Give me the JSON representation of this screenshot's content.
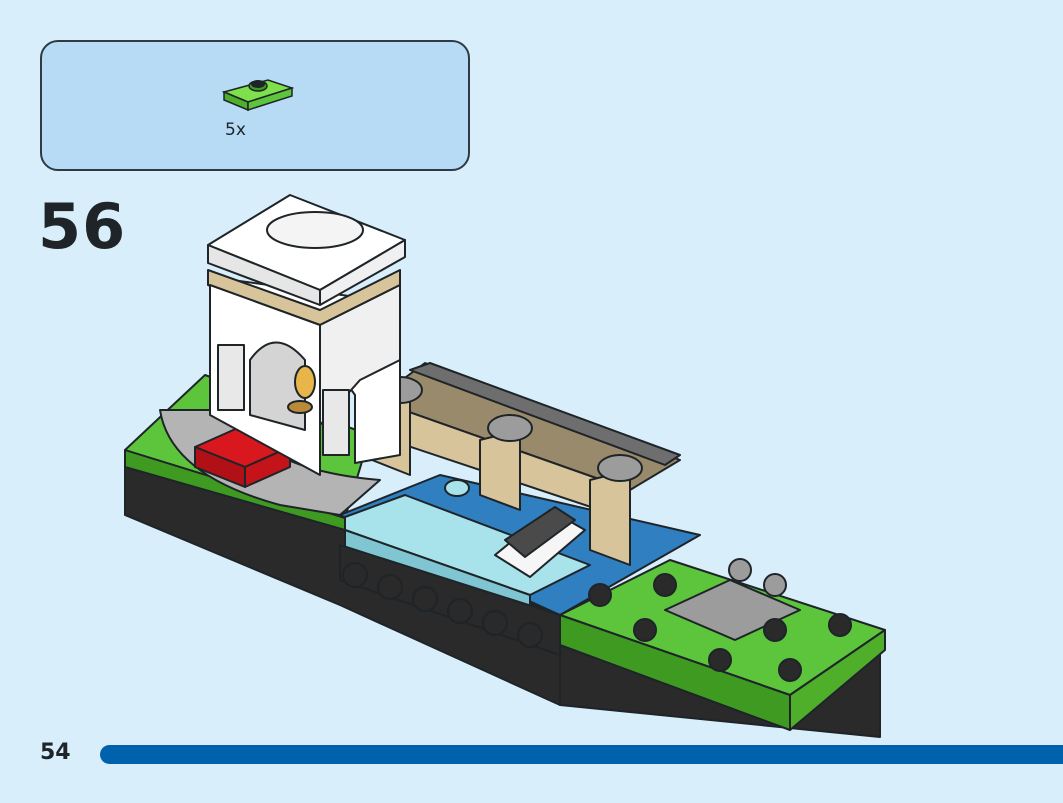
{
  "parts_callout": {
    "quantity": "5x",
    "part_icon": "green-1x2-jumper-plate-icon",
    "part_color": "#6fd43c"
  },
  "step": {
    "number": "56"
  },
  "illustration": {
    "subject": "model-illustration",
    "colors": {
      "base_black": "#2a2a2a",
      "grass_green": "#5cc53c",
      "water_trans": "#a8e2ea",
      "river_blue": "#2f7fc1",
      "tan": "#d8c49a",
      "dark_tan": "#9a8a6c",
      "red": "#d8171e",
      "gray": "#9c9c9c"
    }
  },
  "footer": {
    "page_number": "54",
    "progress_fraction": 1.0,
    "progress_color": "#0061ad"
  }
}
